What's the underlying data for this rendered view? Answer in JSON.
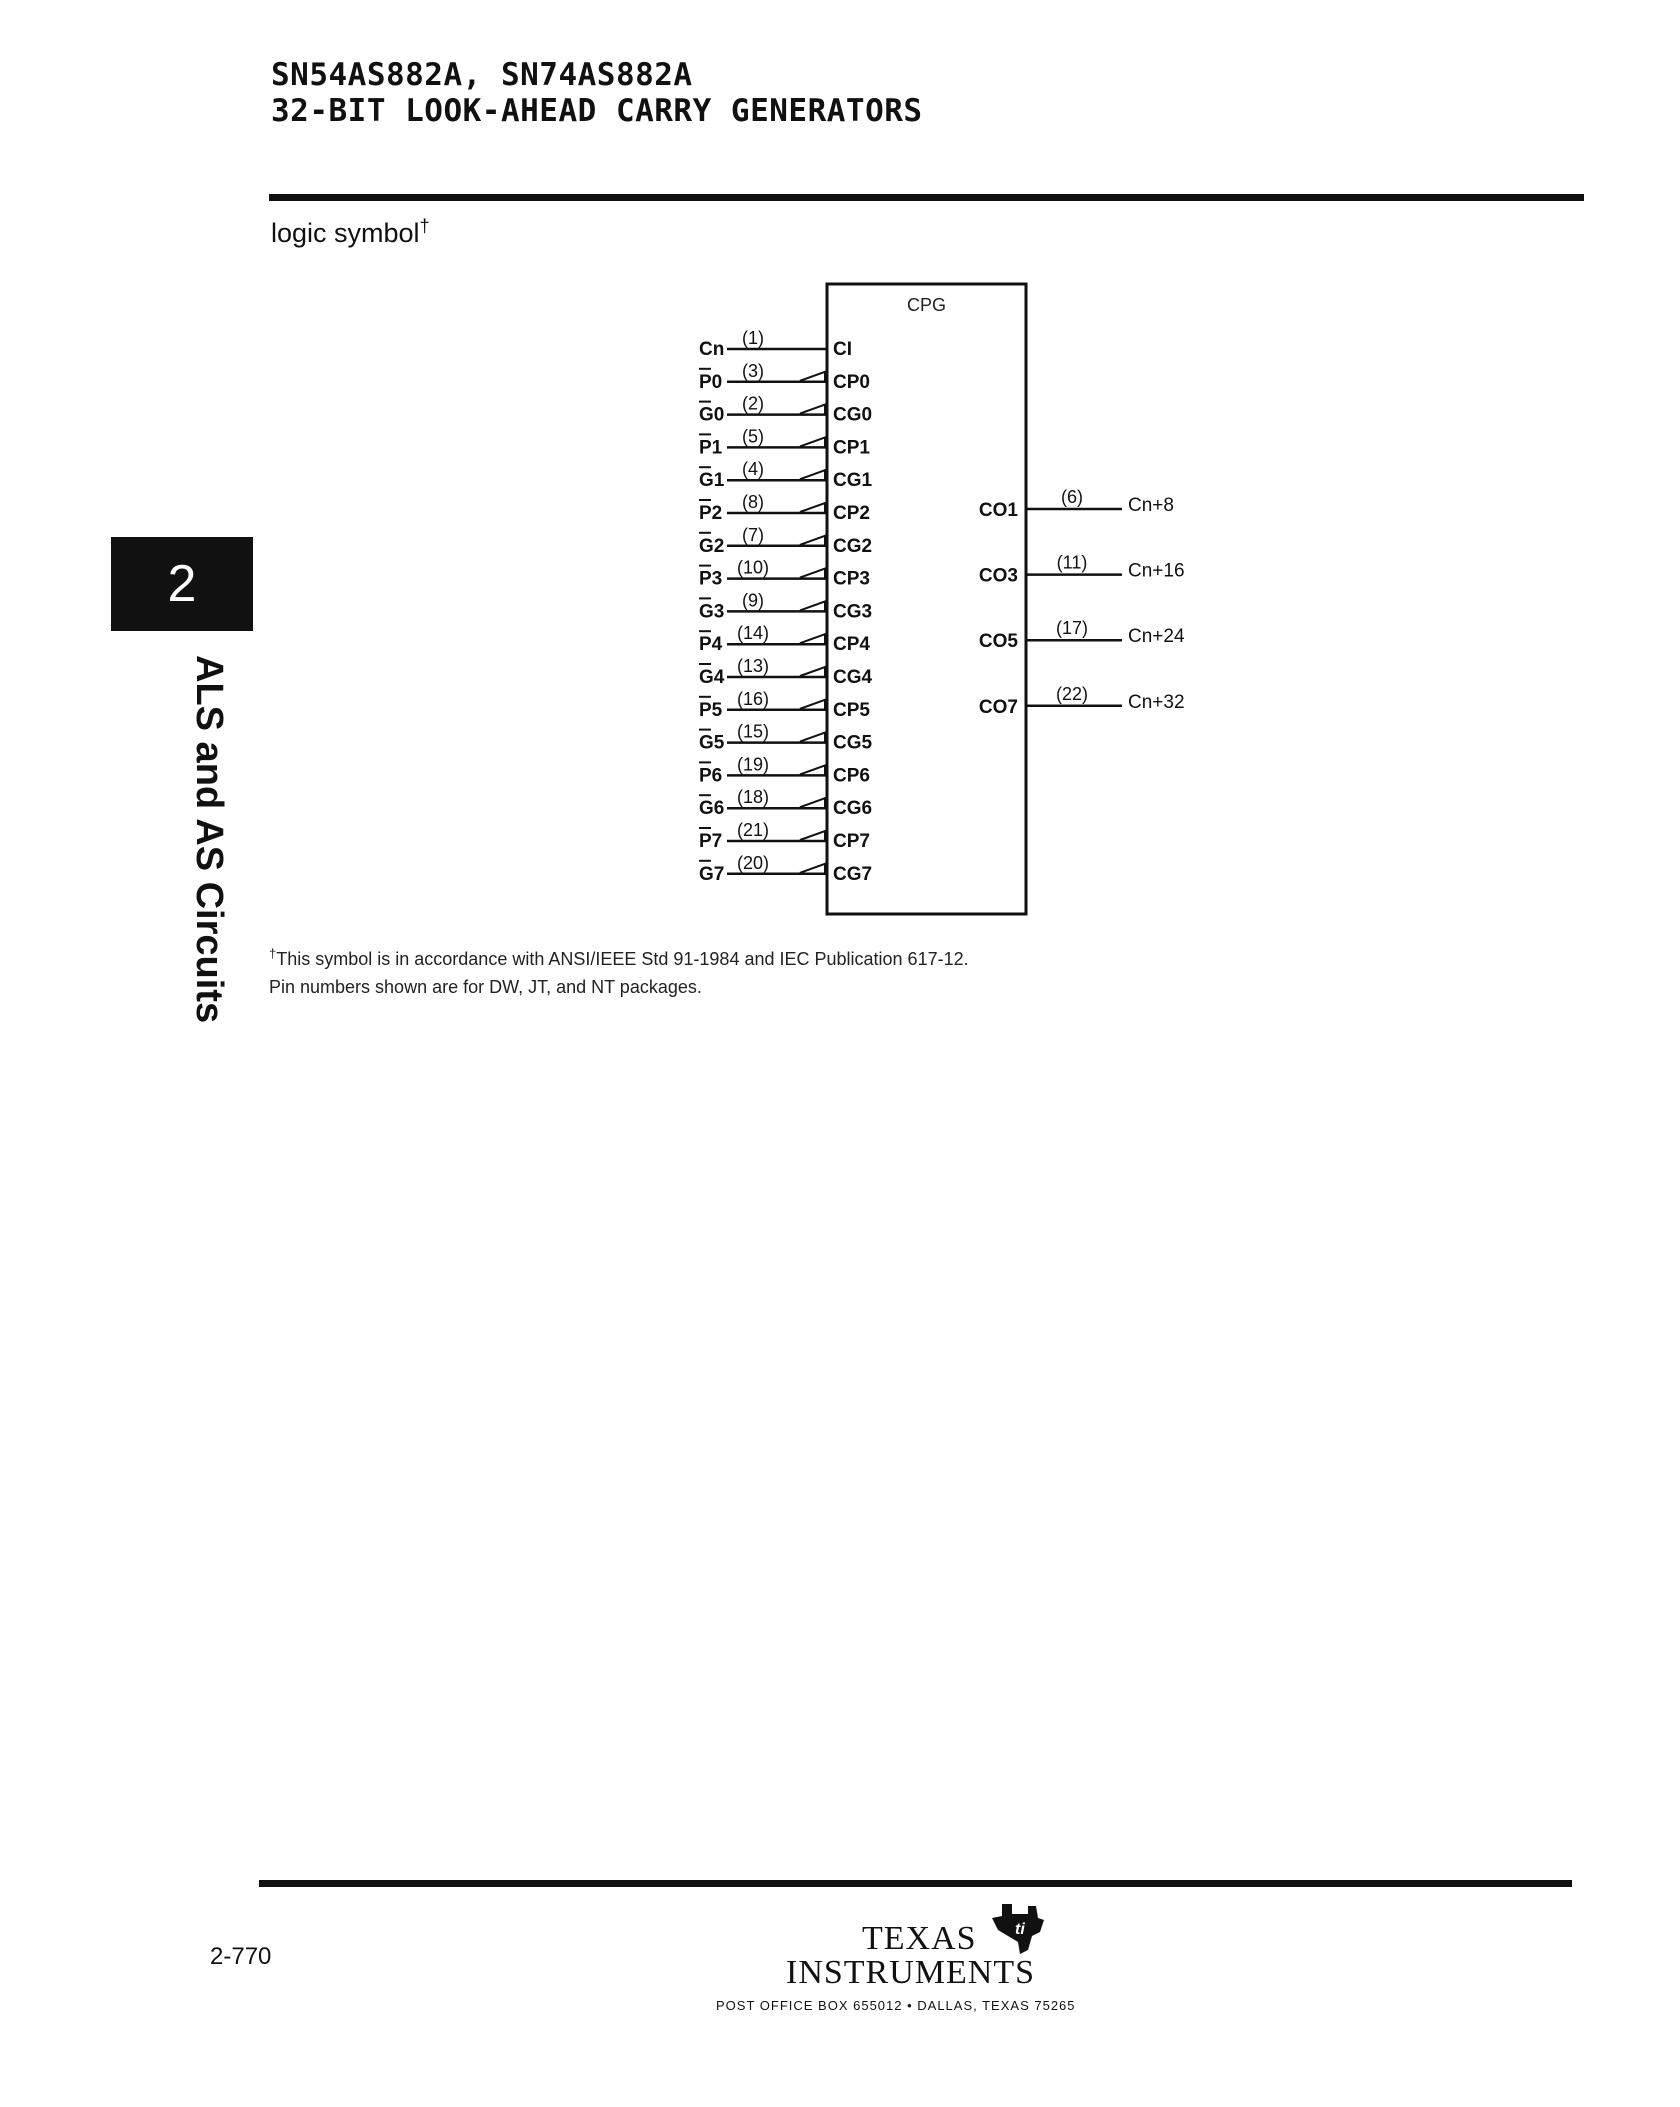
{
  "header": {
    "title_line1": "SN54AS882A, SN74AS882A",
    "title_line2": "32-BIT LOOK-AHEAD CARRY GENERATORS"
  },
  "section": {
    "heading": "logic symbol",
    "heading_mark": "†"
  },
  "side_tab": {
    "number": "2",
    "label": "ALS and AS Circuits"
  },
  "logic_symbol": {
    "block_label": "CPG",
    "inputs": [
      {
        "signal": "Cn",
        "pin": "(1)",
        "terminal": "CI",
        "active_low": false,
        "arrow": false
      },
      {
        "signal": "P0",
        "pin": "(3)",
        "terminal": "CP0",
        "active_low": true,
        "arrow": true
      },
      {
        "signal": "G0",
        "pin": "(2)",
        "terminal": "CG0",
        "active_low": true,
        "arrow": true
      },
      {
        "signal": "P1",
        "pin": "(5)",
        "terminal": "CP1",
        "active_low": true,
        "arrow": true
      },
      {
        "signal": "G1",
        "pin": "(4)",
        "terminal": "CG1",
        "active_low": true,
        "arrow": true
      },
      {
        "signal": "P2",
        "pin": "(8)",
        "terminal": "CP2",
        "active_low": true,
        "arrow": true
      },
      {
        "signal": "G2",
        "pin": "(7)",
        "terminal": "CG2",
        "active_low": true,
        "arrow": true
      },
      {
        "signal": "P3",
        "pin": "(10)",
        "terminal": "CP3",
        "active_low": true,
        "arrow": true
      },
      {
        "signal": "G3",
        "pin": "(9)",
        "terminal": "CG3",
        "active_low": true,
        "arrow": true
      },
      {
        "signal": "P4",
        "pin": "(14)",
        "terminal": "CP4",
        "active_low": true,
        "arrow": true
      },
      {
        "signal": "G4",
        "pin": "(13)",
        "terminal": "CG4",
        "active_low": true,
        "arrow": true
      },
      {
        "signal": "P5",
        "pin": "(16)",
        "terminal": "CP5",
        "active_low": true,
        "arrow": true
      },
      {
        "signal": "G5",
        "pin": "(15)",
        "terminal": "CG5",
        "active_low": true,
        "arrow": true
      },
      {
        "signal": "P6",
        "pin": "(19)",
        "terminal": "CP6",
        "active_low": true,
        "arrow": true
      },
      {
        "signal": "G6",
        "pin": "(18)",
        "terminal": "CG6",
        "active_low": true,
        "arrow": true
      },
      {
        "signal": "P7",
        "pin": "(21)",
        "terminal": "CP7",
        "active_low": true,
        "arrow": true
      },
      {
        "signal": "G7",
        "pin": "(20)",
        "terminal": "CG7",
        "active_low": true,
        "arrow": true
      }
    ],
    "outputs": [
      {
        "terminal": "CO1",
        "pin": "(6)",
        "signal": "Cn+8",
        "input_row": 5
      },
      {
        "terminal": "CO3",
        "pin": "(11)",
        "signal": "Cn+16",
        "input_row": 7
      },
      {
        "terminal": "CO5",
        "pin": "(17)",
        "signal": "Cn+24",
        "input_row": 9
      },
      {
        "terminal": "CO7",
        "pin": "(22)",
        "signal": "Cn+32",
        "input_row": 11
      }
    ]
  },
  "footnote": {
    "mark": "†",
    "line1": "This symbol is in accordance with ANSI/IEEE Std 91-1984 and IEC Publication 617-12.",
    "line2": "Pin numbers shown are for DW, JT, and NT packages."
  },
  "footer": {
    "page_number": "2-770",
    "company_line1": "TEXAS",
    "company_line2": "INSTRUMENTS",
    "logo_icon": "ti-logo-icon",
    "address": "POST OFFICE BOX 655012 • DALLAS, TEXAS 75265"
  }
}
